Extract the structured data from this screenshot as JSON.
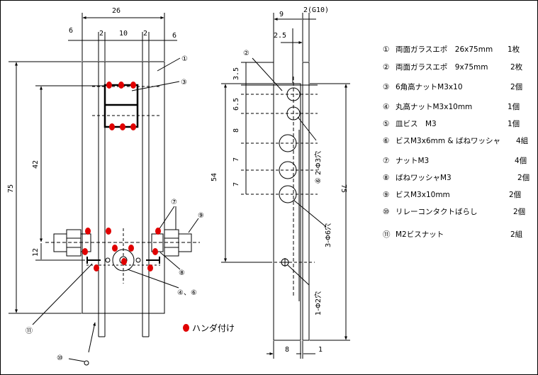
{
  "front_view": {
    "dims": {
      "width_total": "26",
      "left_margin": "6",
      "gap_left": "2",
      "center": "10",
      "gap_right": "2",
      "right_margin": "6",
      "height_total": "75",
      "nut_offset": "42",
      "bottom_offset": "12"
    },
    "callouts": {
      "c1": "①",
      "c3": "③",
      "c7": "⑦",
      "c9": "⑨",
      "c8": "⑧",
      "c4": "④、⑥",
      "c11": "⑪",
      "c10": "⑩"
    }
  },
  "side_view": {
    "dims": {
      "top_gap": "9",
      "g10": "2(G10)",
      "inner": "2.5",
      "pitch1": "3.5",
      "pitch2": "6.5",
      "pitch3": "8",
      "pitch4": "7",
      "pitch5": "7",
      "span54": "54",
      "height75": "75",
      "width8": "8",
      "thick1": "1"
    },
    "labels": {
      "c2": "②",
      "hole_small": "⑥ 2-Φ3穴",
      "hole_big": "3-Φ6穴",
      "hole_bottom": "1-Φ2穴"
    }
  },
  "bom": [
    {
      "no": "①",
      "name": "両面ガラスエポ　26x75mm",
      "qty": "1枚"
    },
    {
      "no": "②",
      "name": "両面ガラスエポ　9x75mm",
      "qty": "2枚"
    },
    {
      "no": "③",
      "name": "6角高ナットM3x10",
      "qty": "2個"
    },
    {
      "no": "④",
      "name": "丸高ナットM3x10mm",
      "qty": "1個"
    },
    {
      "no": "⑤",
      "name": "皿ビス　M3",
      "qty": "1個"
    },
    {
      "no": "⑥",
      "name": "ビスM3x6mm & ばねワッシャ",
      "qty": "4組"
    },
    {
      "no": "⑦",
      "name": "ナットM3",
      "qty": "4個"
    },
    {
      "no": "⑧",
      "name": "ばねワッシャM3",
      "qty": "2個"
    },
    {
      "no": "⑨",
      "name": "ビスM3x10mm",
      "qty": "2個"
    },
    {
      "no": "⑩",
      "name": "リレーコンタクトばらし",
      "qty": "2個"
    },
    {
      "no": "⑪",
      "name": "M2ビスナット",
      "qty": "2組"
    }
  ],
  "legend": {
    "label": "ハンダ付け"
  },
  "colors": {
    "solder": "#e00000",
    "line": "#000000"
  }
}
